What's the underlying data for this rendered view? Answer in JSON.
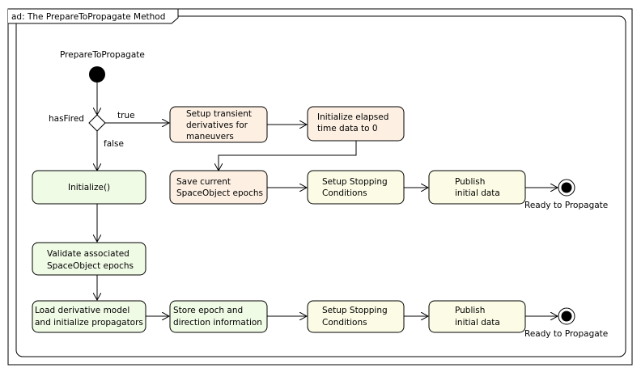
{
  "diagram": {
    "frame_title": "ad: The PrepareToPropagate Method",
    "colors": {
      "peach": "#fdf0e3",
      "light_green": "#f0fbe6",
      "light_yellow": "#fcfce6",
      "stroke": "#000000"
    },
    "initial_label": "PrepareToPropagate",
    "decision_label": "hasFired",
    "guard_true": "true",
    "guard_false": "false",
    "actions": {
      "setup_transient": [
        "Setup transient",
        "derivatives for",
        "maneuvers"
      ],
      "init_elapsed": [
        "Initialize elapsed",
        "time data to 0"
      ],
      "save_epochs": [
        "Save current",
        "SpaceObject epochs"
      ],
      "setup_stopping_1": [
        "Setup Stopping",
        "Conditions"
      ],
      "publish_1": [
        "Publish",
        "initial data"
      ],
      "initialize": [
        "Initialize()"
      ],
      "validate": [
        "Validate associated",
        "SpaceObject epochs"
      ],
      "load_model": [
        "Load derivative model",
        "and initialize propagators"
      ],
      "store_epoch": [
        "Store epoch and",
        "direction information"
      ],
      "setup_stopping_2": [
        "Setup Stopping",
        "Conditions"
      ],
      "publish_2": [
        "Publish",
        "initial data"
      ]
    },
    "final_label_1": "Ready to Propagate",
    "final_label_2": "Ready to Propagate"
  }
}
